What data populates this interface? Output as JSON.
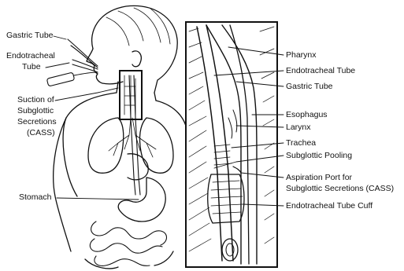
{
  "left_labels": {
    "gastric_tube": "Gastric Tube",
    "endotracheal_tube_line1": "Endotracheal",
    "endotracheal_tube_line2": "Tube",
    "suction_line1": "Suction of",
    "suction_line2": "Subglottic",
    "suction_line3": "Secretions",
    "suction_line4": "(CASS)",
    "stomach": "Stomach"
  },
  "right_labels": {
    "pharynx": "Pharynx",
    "endotracheal_tube": "Endotracheal Tube",
    "gastric_tube": "Gastric Tube",
    "esophagus": "Esophagus",
    "larynx": "Larynx",
    "trachea": "Trachea",
    "subglottic_pooling": "Subglottic Pooling",
    "aspiration_port_line1": "Aspiration Port for",
    "aspiration_port_line2": "Subglottic Secretions (CASS)",
    "cuff": "Endotracheal Tube Cuff"
  },
  "colors": {
    "ink": "#111111",
    "background": "#ffffff",
    "shading": "#555555"
  }
}
